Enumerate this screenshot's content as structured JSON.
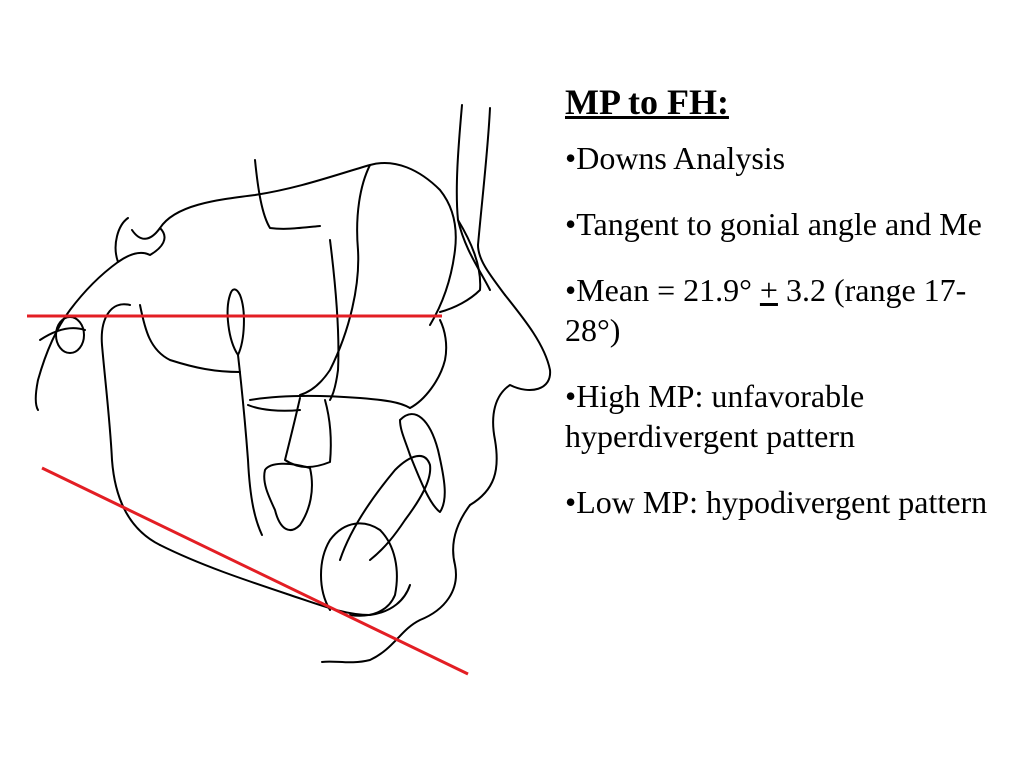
{
  "title": "MP to FH:",
  "bullets": [
    {
      "text": "•Downs Analysis"
    },
    {
      "text": "•Tangent to gonial angle and Me"
    },
    {
      "text_before": "•Mean = 21.9° ",
      "underlined": "+",
      "text_after": " 3.2 (range 17-28°)"
    },
    {
      "text": "•High MP: unfavorable hyperdivergent pattern"
    },
    {
      "text": "•Low MP: hypodivergent pattern"
    }
  ],
  "diagram": {
    "fh_line": {
      "color": "#e31e24"
    },
    "mp_line": {
      "color": "#e31e24"
    },
    "tracing_color": "#000000"
  }
}
